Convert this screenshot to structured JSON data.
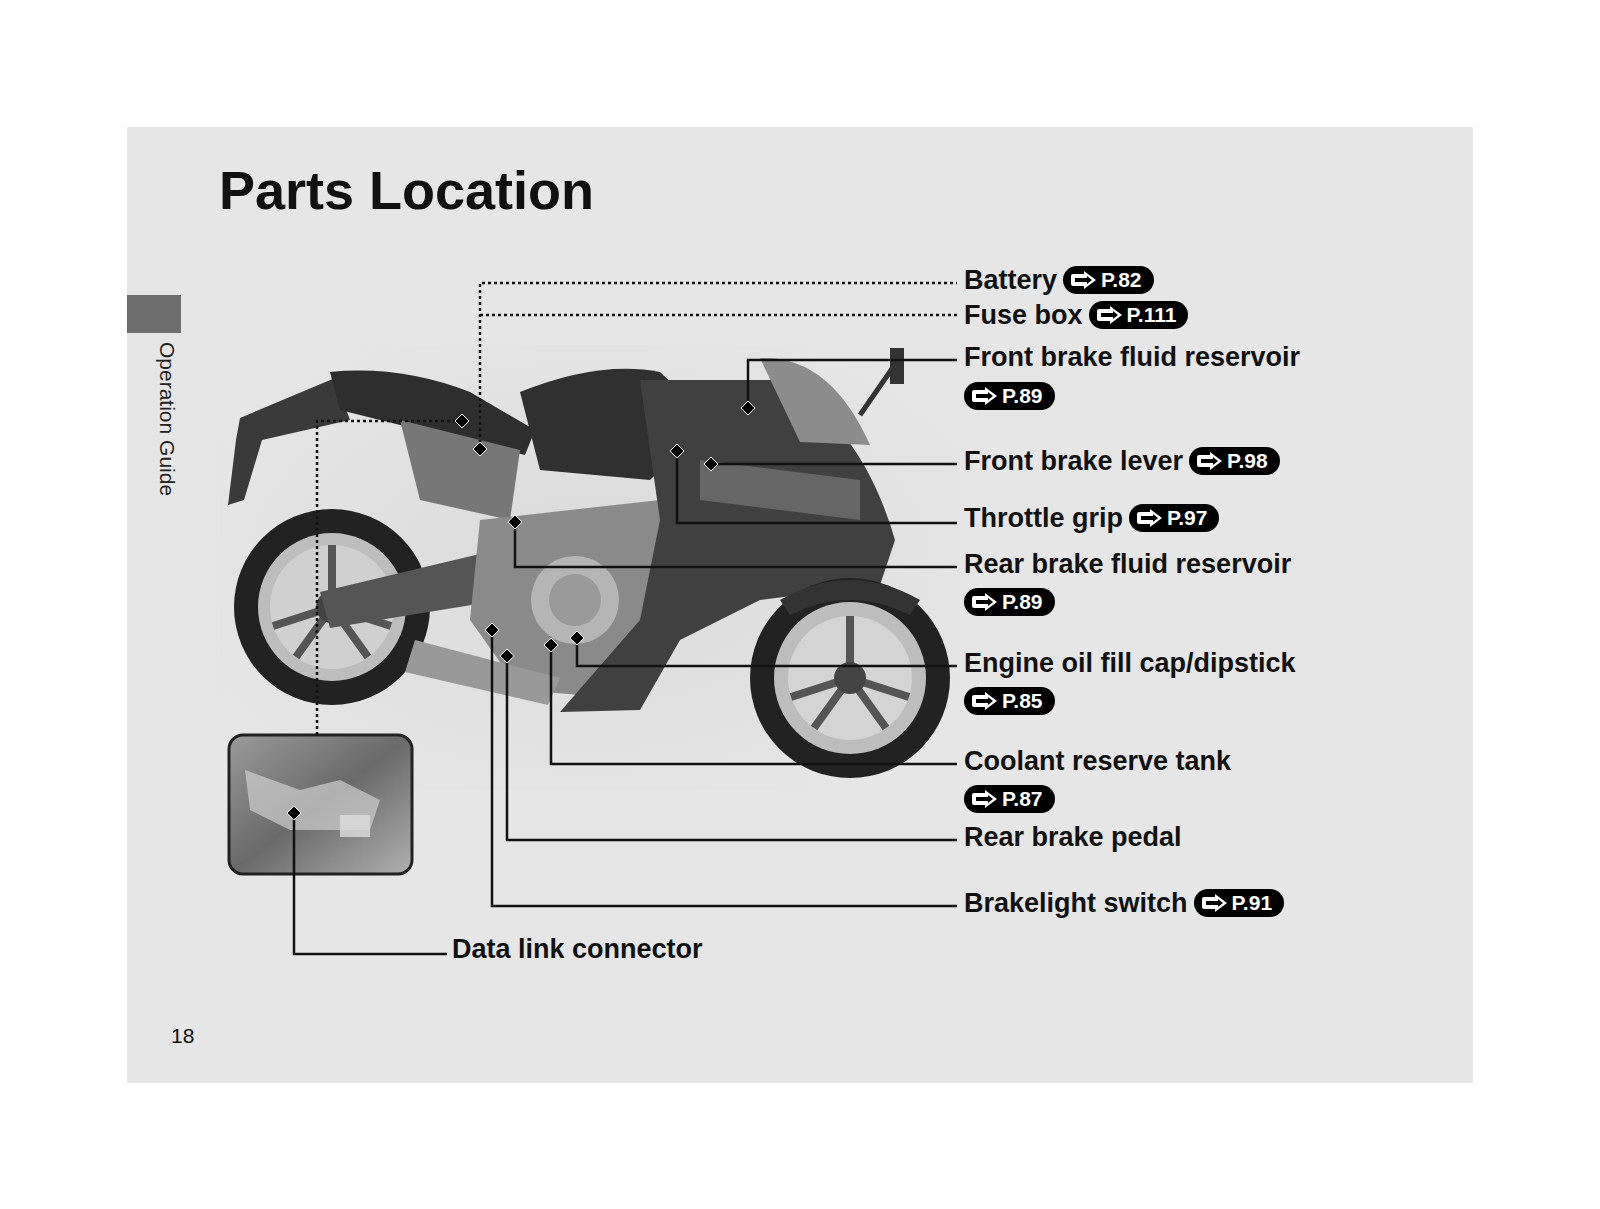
{
  "diagram": {
    "title": "Parts Location",
    "labels": [
      "Battery",
      "P.82",
      "Fuse box",
      "P.111",
      "Front brake fluid reservoir",
      "P.89",
      "Front brake lever",
      "P.98",
      "Throttle grip",
      "P.97",
      "Rear brake fluid reservoir",
      "P.89",
      "Engine oil fill cap/dipstick",
      "P.85",
      "Coolant reserve tank",
      "P.87",
      "Rear brake pedal",
      "Brakelight switch",
      "P.91",
      "Data link connector",
      "Operation Guide",
      "18"
    ]
  }
}
